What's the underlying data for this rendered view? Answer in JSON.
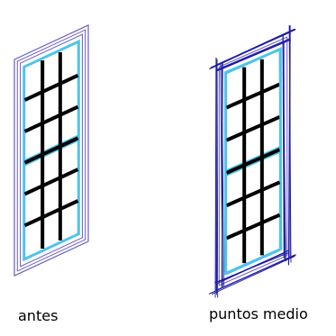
{
  "captions": {
    "before": "antes",
    "after": "puntos medio"
  },
  "windows": [
    {
      "style": "clean",
      "columns": 3,
      "rows": 6
    },
    {
      "style": "sketchy",
      "columns": 3,
      "rows": 6
    }
  ],
  "colors": {
    "outline": "#6a5acd",
    "sketch": "#1a1aa0",
    "glazing": "#4ec4e8",
    "muntins": "#000000"
  }
}
